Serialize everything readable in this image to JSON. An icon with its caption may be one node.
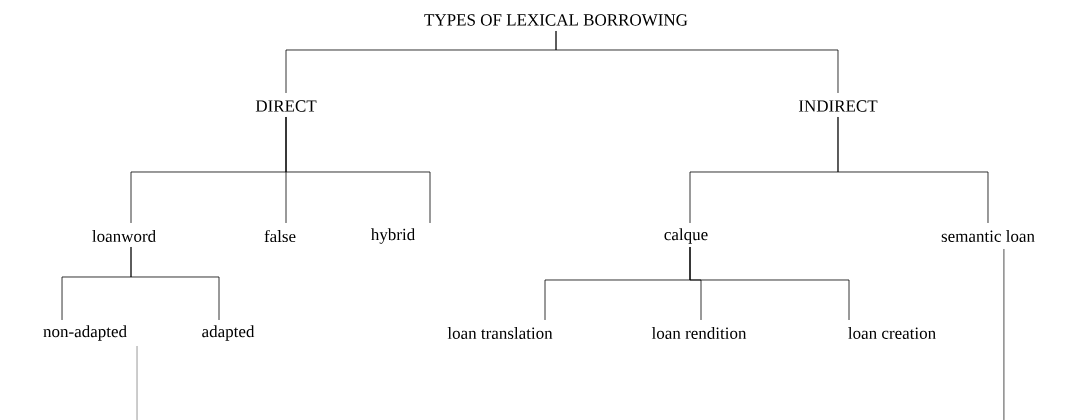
{
  "diagram": {
    "nodes": [
      {
        "text": [
          "TYPES OF LEXICAL BORROWING"
        ]
      },
      {
        "text": [
          "DIRECT"
        ]
      },
      {
        "text": [
          "INDIRECT"
        ]
      },
      {
        "text": [
          "loanword"
        ]
      },
      {
        "text": [
          "false"
        ]
      },
      {
        "text": [
          "hybrid"
        ]
      },
      {
        "text": [
          "calque"
        ]
      },
      {
        "text": [
          "semantic loan"
        ]
      },
      {
        "text": [
          "non-adapted"
        ]
      },
      {
        "text": [
          "adapted"
        ]
      },
      {
        "text": [
          "loan translation"
        ]
      },
      {
        "text": [
          "loan rendition"
        ]
      },
      {
        "text": [
          "loan creation"
        ]
      }
    ],
    "edges": [
      {
        "from": 0,
        "to": 1,
        "arrow": "none"
      },
      {
        "from": 0,
        "to": 2,
        "arrow": "none"
      },
      {
        "from": 1,
        "to": 3,
        "arrow": "none"
      },
      {
        "from": 1,
        "to": 4,
        "arrow": "none"
      },
      {
        "from": 1,
        "to": 5,
        "arrow": "none"
      },
      {
        "from": 2,
        "to": 6,
        "arrow": "none"
      },
      {
        "from": 2,
        "to": 7,
        "arrow": "none"
      },
      {
        "from": 3,
        "to": 8,
        "arrow": "none"
      },
      {
        "from": 3,
        "to": 9,
        "arrow": "none"
      },
      {
        "from": 6,
        "to": 10,
        "arrow": "none"
      },
      {
        "from": 6,
        "to": 11,
        "arrow": "none"
      },
      {
        "from": 6,
        "to": 12,
        "arrow": "none"
      },
      {
        "from": 8,
        "to": null,
        "arrow": "none"
      },
      {
        "from": 7,
        "to": null,
        "arrow": "none"
      }
    ]
  }
}
